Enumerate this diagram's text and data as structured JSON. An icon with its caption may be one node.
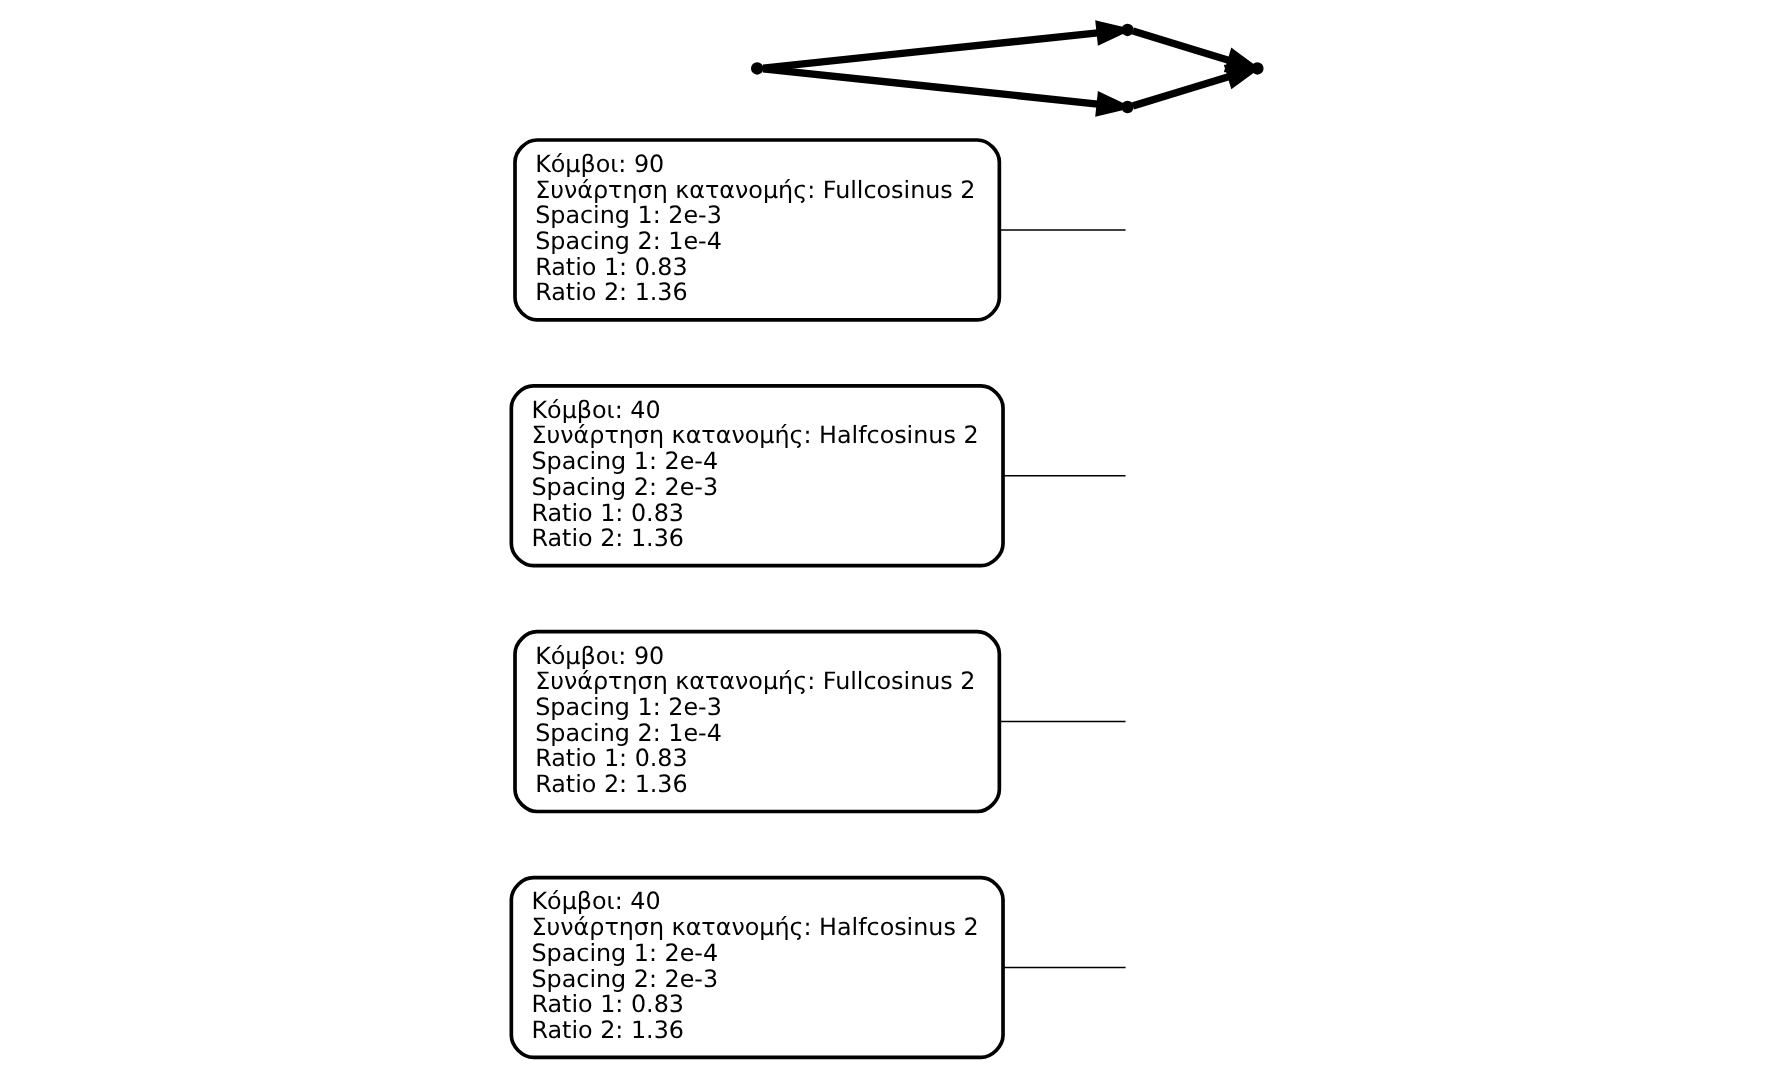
{
  "diagram": {
    "nodes": [
      {
        "text": [
          "Κόμβοι: 40",
          "Συνάρτηση κατανομής: Halfcosinus 2",
          "Spacing 1: 2e-4",
          "Spacing 2: 2e-3",
          "Ratio 1: 0.83",
          "Ratio 2: 1.36"
        ]
      },
      {
        "text": [
          "Κόμβοι: 90",
          "Συνάρτηση κατανομής: Fullcosinus 2",
          "Spacing 1: 2e-3",
          "Spacing 2: 1e-4",
          "Ratio 1: 0.83",
          "Ratio 2: 1.36"
        ]
      },
      {
        "text": [
          "Κόμβοι: 40",
          "Συνάρτηση κατανομής: Halfcosinus 2",
          "Spacing 1: 2e-4",
          "Spacing 2: 2e-3",
          "Ratio 1: 0.83",
          "Ratio 2: 1.36"
        ]
      },
      {
        "text": [
          "Κόμβοι: 90",
          "Συνάρτηση κατανομής: Fullcosinus 2",
          "Spacing 1: 2e-3",
          "Spacing 2: 1e-4",
          "Ratio 1: 0.83",
          "Ratio 2: 1.36"
        ]
      },
      {
        "text": [],
        "shape": "point"
      },
      {
        "text": [],
        "shape": "point"
      },
      {
        "text": [],
        "shape": "point"
      },
      {
        "text": [],
        "shape": "point"
      }
    ],
    "edges": [
      {
        "from": 4,
        "to": 5,
        "arrow": "to",
        "style": "thick"
      },
      {
        "from": 5,
        "to": 6,
        "arrow": "to",
        "style": "thick"
      },
      {
        "from": 4,
        "to": 7,
        "arrow": "to",
        "style": "thick"
      },
      {
        "from": 7,
        "to": 6,
        "arrow": "to",
        "style": "thick"
      },
      {
        "from": 0,
        "to": null,
        "arrow": "none"
      },
      {
        "from": 1,
        "to": null,
        "arrow": "none"
      },
      {
        "from": 2,
        "to": null,
        "arrow": "none"
      },
      {
        "from": 3,
        "to": null,
        "arrow": "none"
      }
    ]
  }
}
